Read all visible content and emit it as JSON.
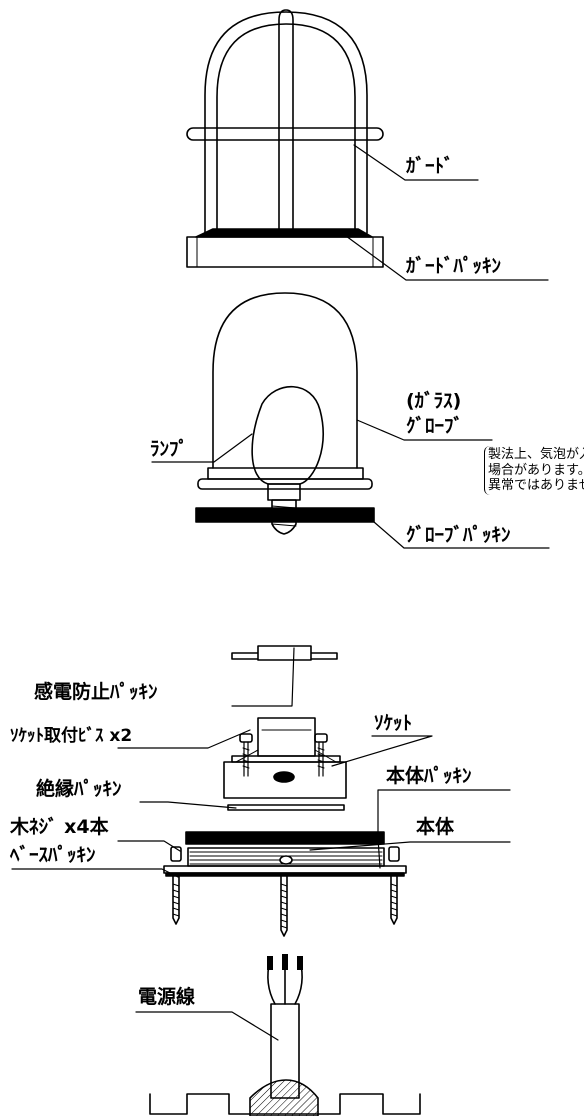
{
  "labels": {
    "guard": "ｶﾞｰﾄﾞ",
    "guard_packing": "ｶﾞｰﾄﾞﾊﾟｯｷﾝ",
    "glass_paren": "(ｶﾞﾗｽ)",
    "globe": "ｸﾞﾛｰﾌﾞ",
    "globe_note": [
      "製法上、気泡が入る",
      "場合があります。",
      "異常ではありません"
    ],
    "globe_packing": "ｸﾞﾛｰﾌﾞﾊﾟｯｷﾝ",
    "lamp": "ﾗﾝﾌﾟ",
    "shock_packing": "感電防止ﾊﾟｯｷﾝ",
    "socket_screw": "ｿｹｯﾄ取付ﾋﾞｽ x2",
    "socket": "ｿｹｯﾄ",
    "insulation_packing": "絶縁ﾊﾟｯｷﾝ",
    "body_packing": "本体ﾊﾟｯｷﾝ",
    "wood_screw": "木ﾈｼﾞ x4本",
    "body": "本体",
    "base_packing": "ﾍﾞｰｽﾊﾟｯｷﾝ",
    "power_wire": "電源線"
  }
}
